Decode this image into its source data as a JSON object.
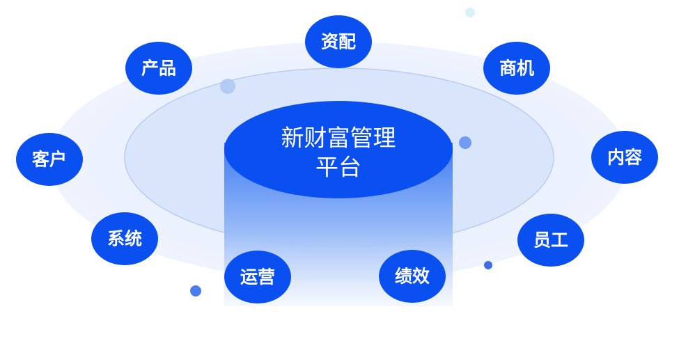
{
  "center": {
    "line1": "新财富管理",
    "line2": "平台"
  },
  "nodes": [
    {
      "id": "ziPei",
      "label": "资配"
    },
    {
      "id": "chanPin",
      "label": "产品"
    },
    {
      "id": "shangJi",
      "label": "商机"
    },
    {
      "id": "keHu",
      "label": "客户"
    },
    {
      "id": "neiRong",
      "label": "内容"
    },
    {
      "id": "xiTong",
      "label": "系统"
    },
    {
      "id": "yuanGong",
      "label": "员工"
    },
    {
      "id": "yunYing",
      "label": "运营"
    },
    {
      "id": "jiXiao",
      "label": "绩效"
    }
  ],
  "colors": {
    "node_fill": "#0a4ff0",
    "outer_ring": "#eef3fd",
    "inner_ring": "#dbe6fb",
    "inner_ring_stroke": "#b9ccf5",
    "cylinder_top": "#0a4ff0",
    "cylinder_side_top": "#5b8ef5",
    "cylinder_side_bottom": "#e6eefd",
    "text": "#ffffff"
  }
}
